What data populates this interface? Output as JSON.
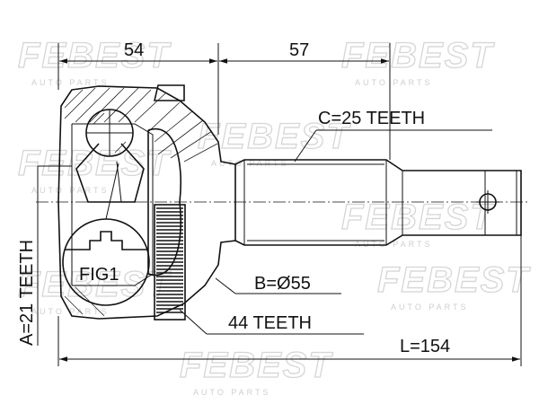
{
  "watermark": {
    "brand": "FEBEST",
    "tagline": "AUTO PARTS"
  },
  "dimensions": {
    "boot_length": "54",
    "shaft_length": "57",
    "total_length": "L=154",
    "outer_spline": "C=25 TEETH",
    "inner_spline": "A=21 TEETH",
    "diameter": "B=Ø55",
    "abs_ring": "44 TEETH",
    "figure_label": "FIG1"
  }
}
